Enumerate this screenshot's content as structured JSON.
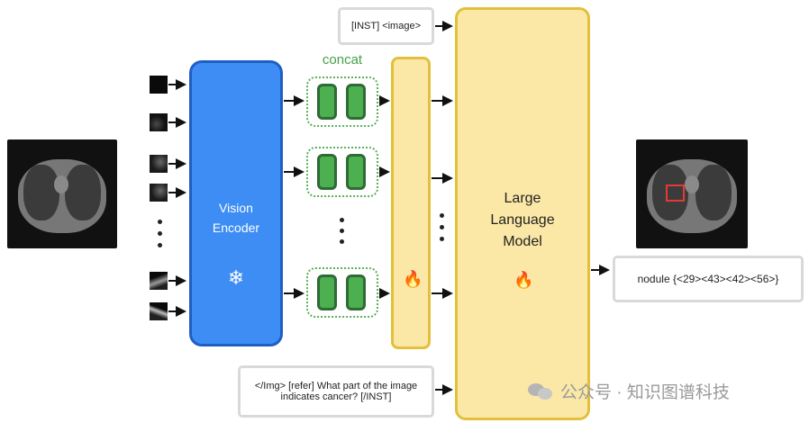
{
  "input_box": {
    "text": "[INST] <image>"
  },
  "vision_encoder": {
    "title": "Vision\nEncoder",
    "icon": "snowflake-icon",
    "glyph": "❄"
  },
  "concat_label": "concat",
  "llm": {
    "title": "Large\nLanguage\nModel"
  },
  "flame_glyph": "🔥",
  "prompt_box": {
    "text": "</Img> [refer] What part of the image indicates cancer? [/INST]"
  },
  "output_box": {
    "text": "nodule {<29><43><42><56>}"
  },
  "watermark": {
    "text": "公众号 · 知识图谱科技"
  },
  "colors": {
    "encoder": "#3d8df5",
    "encoder_border": "#1f5fc4",
    "token": "#4caf50",
    "token_border": "#2e6b35",
    "concat": "#43a047",
    "llm_fill": "#fbe8a6",
    "llm_border": "#e2c03e"
  }
}
